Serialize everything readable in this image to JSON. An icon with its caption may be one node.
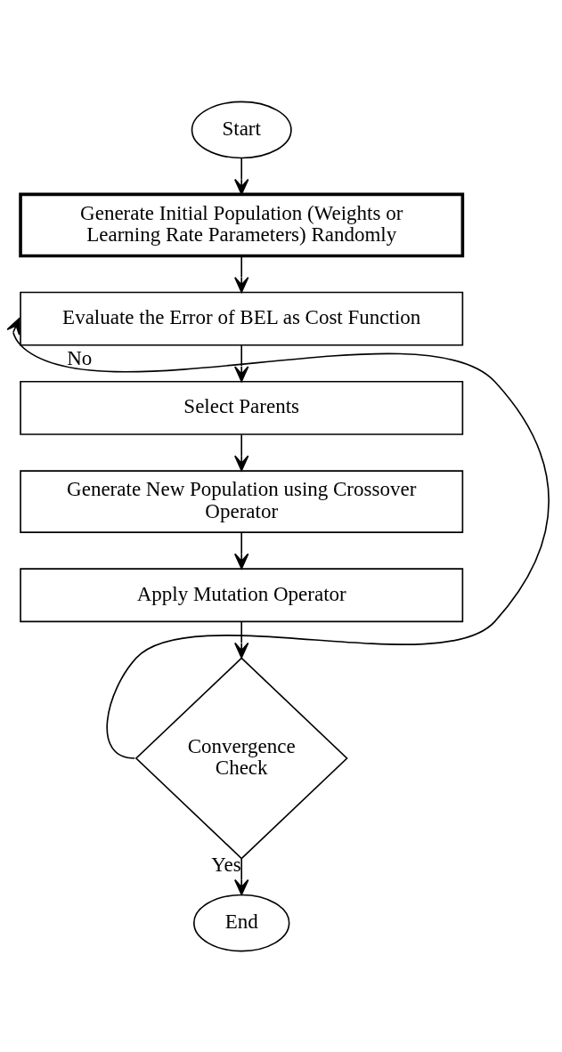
{
  "diagram": {
    "nodes": [
      {
        "text": [
          "Start"
        ]
      },
      {
        "text": [
          "Generate Initial Population (Weights or Learning Rate Parameters) Randomly"
        ]
      },
      {
        "text": [
          "Evaluate the Error of BEL as Cost Function"
        ]
      },
      {
        "text": [
          "Select Parents"
        ]
      },
      {
        "text": [
          "Generate New Population using Crossover Operator"
        ]
      },
      {
        "text": [
          "Apply Mutation Operator"
        ]
      },
      {
        "text": [
          "Convergence Check"
        ]
      },
      {
        "text": [
          "End"
        ]
      }
    ],
    "edges": [
      {
        "from": 0,
        "to": 1,
        "arrow": "to"
      },
      {
        "from": 1,
        "to": 2,
        "arrow": "to"
      },
      {
        "from": 2,
        "to": 3,
        "arrow": "to"
      },
      {
        "from": 3,
        "to": 4,
        "arrow": "to"
      },
      {
        "from": 4,
        "to": 5,
        "arrow": "to"
      },
      {
        "from": 5,
        "to": 6,
        "arrow": "to"
      },
      {
        "from": 6,
        "to": 2,
        "arrow": "to",
        "label": "No"
      },
      {
        "from": 6,
        "to": 7,
        "arrow": "to",
        "label": "Yes"
      }
    ]
  }
}
